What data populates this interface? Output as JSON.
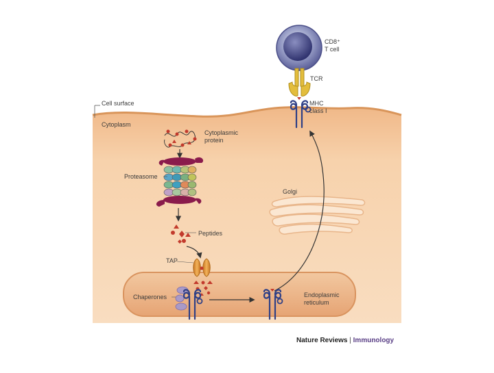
{
  "labels": {
    "cd8_line1": "CD8⁺",
    "cd8_line2": "T cell",
    "tcr": "TCR",
    "mhc_line1": "MHC",
    "mhc_line2": "class I",
    "cell_surface": "Cell surface",
    "cytoplasm": "Cytoplasm",
    "cyto_protein_line1": "Cytoplasmic",
    "cyto_protein_line2": "protein",
    "proteasome": "Proteasome",
    "golgi": "Golgi",
    "peptides": "Peptides",
    "tap": "TAP",
    "chaperones": "Chaperones",
    "er_line1": "Endoplasmic",
    "er_line2": "reticulum"
  },
  "footer": {
    "journal": "Nature Reviews",
    "separator": "|",
    "section": "Immunology"
  },
  "colors": {
    "cytoplasm": "#f5c99a",
    "er": "#e8a976",
    "tcell": "#6c6ea8",
    "tcr": "#e3bd3c",
    "mhc": "#2e3f86",
    "proteasome": "#8a1b4c",
    "tap": "#e39a3c",
    "chaperone": "#a99ac7",
    "peptide": "#c23a2c",
    "arrow": "#333333"
  }
}
